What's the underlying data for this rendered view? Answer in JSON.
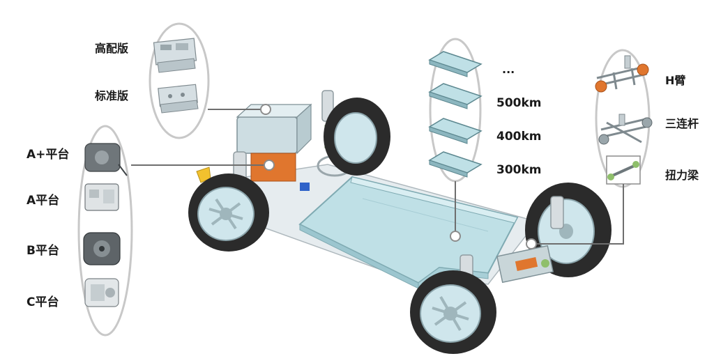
{
  "colors": {
    "ring": "#c8c8c8",
    "leader": "#6e6e6e",
    "battery": "#bfe0e6",
    "battery_edge": "#7faab2",
    "tire": "#2b2b2b",
    "rim": "#cfe6ec",
    "frame": "#d9e2e6",
    "accent_orange": "#e0762e",
    "accent_green": "#8fbf6b",
    "accent_yellow": "#f2c12e",
    "accent_blue": "#2f62c9"
  },
  "controller": {
    "high_label": "高配版",
    "standard_label": "标准版"
  },
  "motor_platforms": [
    {
      "label": "A+平台"
    },
    {
      "label": "A平台"
    },
    {
      "label": "B平台"
    },
    {
      "label": "C平台"
    }
  ],
  "battery_ranges": [
    {
      "label": "..."
    },
    {
      "label": "500km"
    },
    {
      "label": "400km"
    },
    {
      "label": "300km"
    }
  ],
  "rear_suspension": [
    {
      "label": "H臂",
      "icon": "h-arm-suspension-icon"
    },
    {
      "label": "三连杆",
      "icon": "three-link-suspension-icon"
    },
    {
      "label": "扭力梁",
      "icon": "torsion-beam-icon"
    }
  ]
}
